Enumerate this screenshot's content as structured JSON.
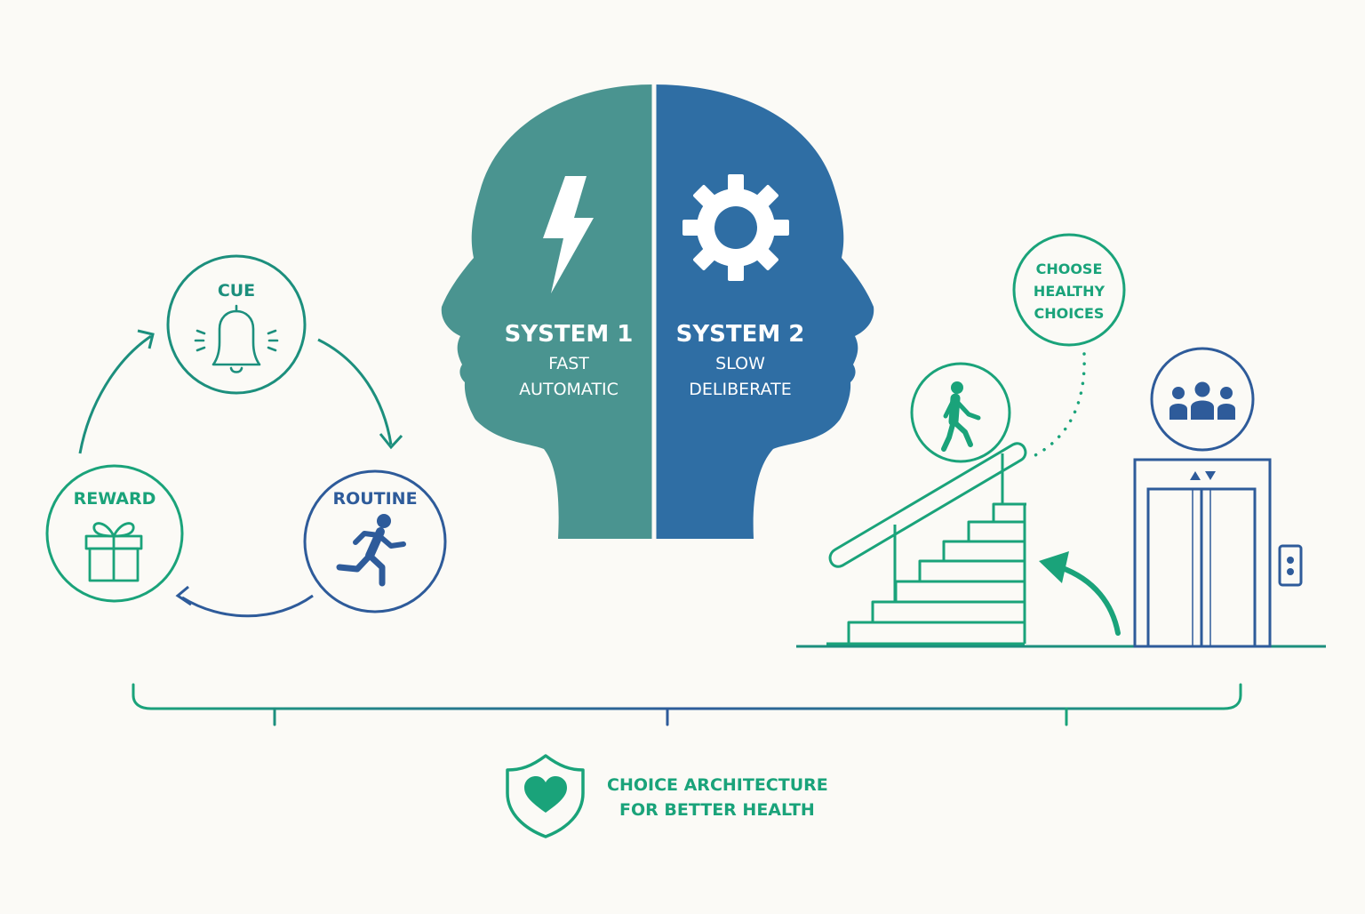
{
  "colors": {
    "teal": "#4a9490",
    "blue": "#2f6ea4",
    "green": "#1aa37a",
    "dark_blue": "#2e5b9a",
    "background": "#fbfaf6"
  },
  "habit_loop": {
    "cue_label": "CUE",
    "cue_icon": "bell-icon",
    "routine_label": "ROUTINE",
    "routine_icon": "running-person-icon",
    "reward_label": "REWARD",
    "reward_icon": "gift-icon"
  },
  "head": {
    "system1": {
      "title": "SYSTEM 1",
      "line1": "FAST",
      "line2": "AUTOMATIC",
      "icon": "lightning-icon"
    },
    "system2": {
      "title": "SYSTEM 2",
      "line1": "SLOW",
      "line2": "DELIBERATE",
      "icon": "gear-icon"
    }
  },
  "nudge": {
    "bubble_line1": "CHOOSE",
    "bubble_line2": "HEALTHY",
    "bubble_line3": "CHOICES",
    "stairs_icon": "walking-person-icon",
    "elevator_icon": "group-people-icon"
  },
  "footer": {
    "line1": "CHOICE ARCHITECTURE",
    "line2": "FOR BETTER HEALTH",
    "icon": "shield-heart-icon"
  }
}
